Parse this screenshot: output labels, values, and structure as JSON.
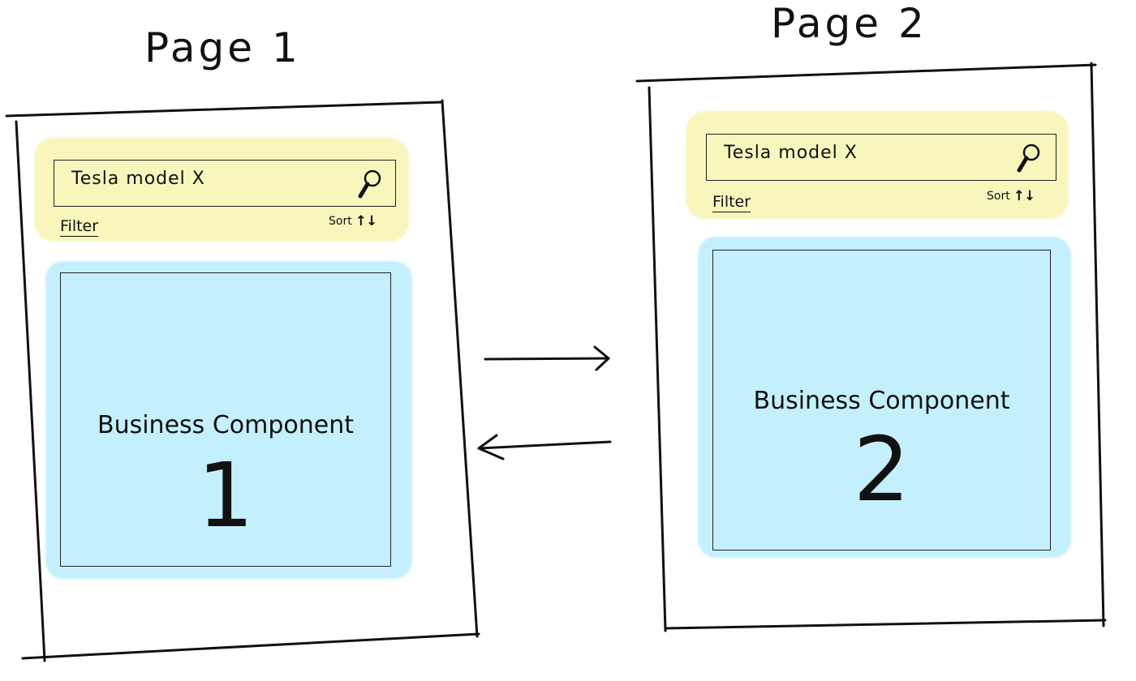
{
  "pages": [
    {
      "title": "Page 1",
      "search": {
        "value": "Tesla model X",
        "icon": "magnifier-icon"
      },
      "filter_label": "Filter",
      "sort_label": "Sort",
      "sort_icon": "↑↓",
      "component": {
        "label": "Business Component",
        "number": "1"
      }
    },
    {
      "title": "Page 2",
      "search": {
        "value": "Tesla model X",
        "icon": "magnifier-icon"
      },
      "filter_label": "Filter",
      "sort_label": "Sort",
      "sort_icon": "↑↓",
      "component": {
        "label": "Business Component",
        "number": "2"
      }
    }
  ],
  "colors": {
    "search_highlight": "#f8f6bd",
    "component_highlight": "#c4f0fd",
    "ink": "#111111"
  }
}
